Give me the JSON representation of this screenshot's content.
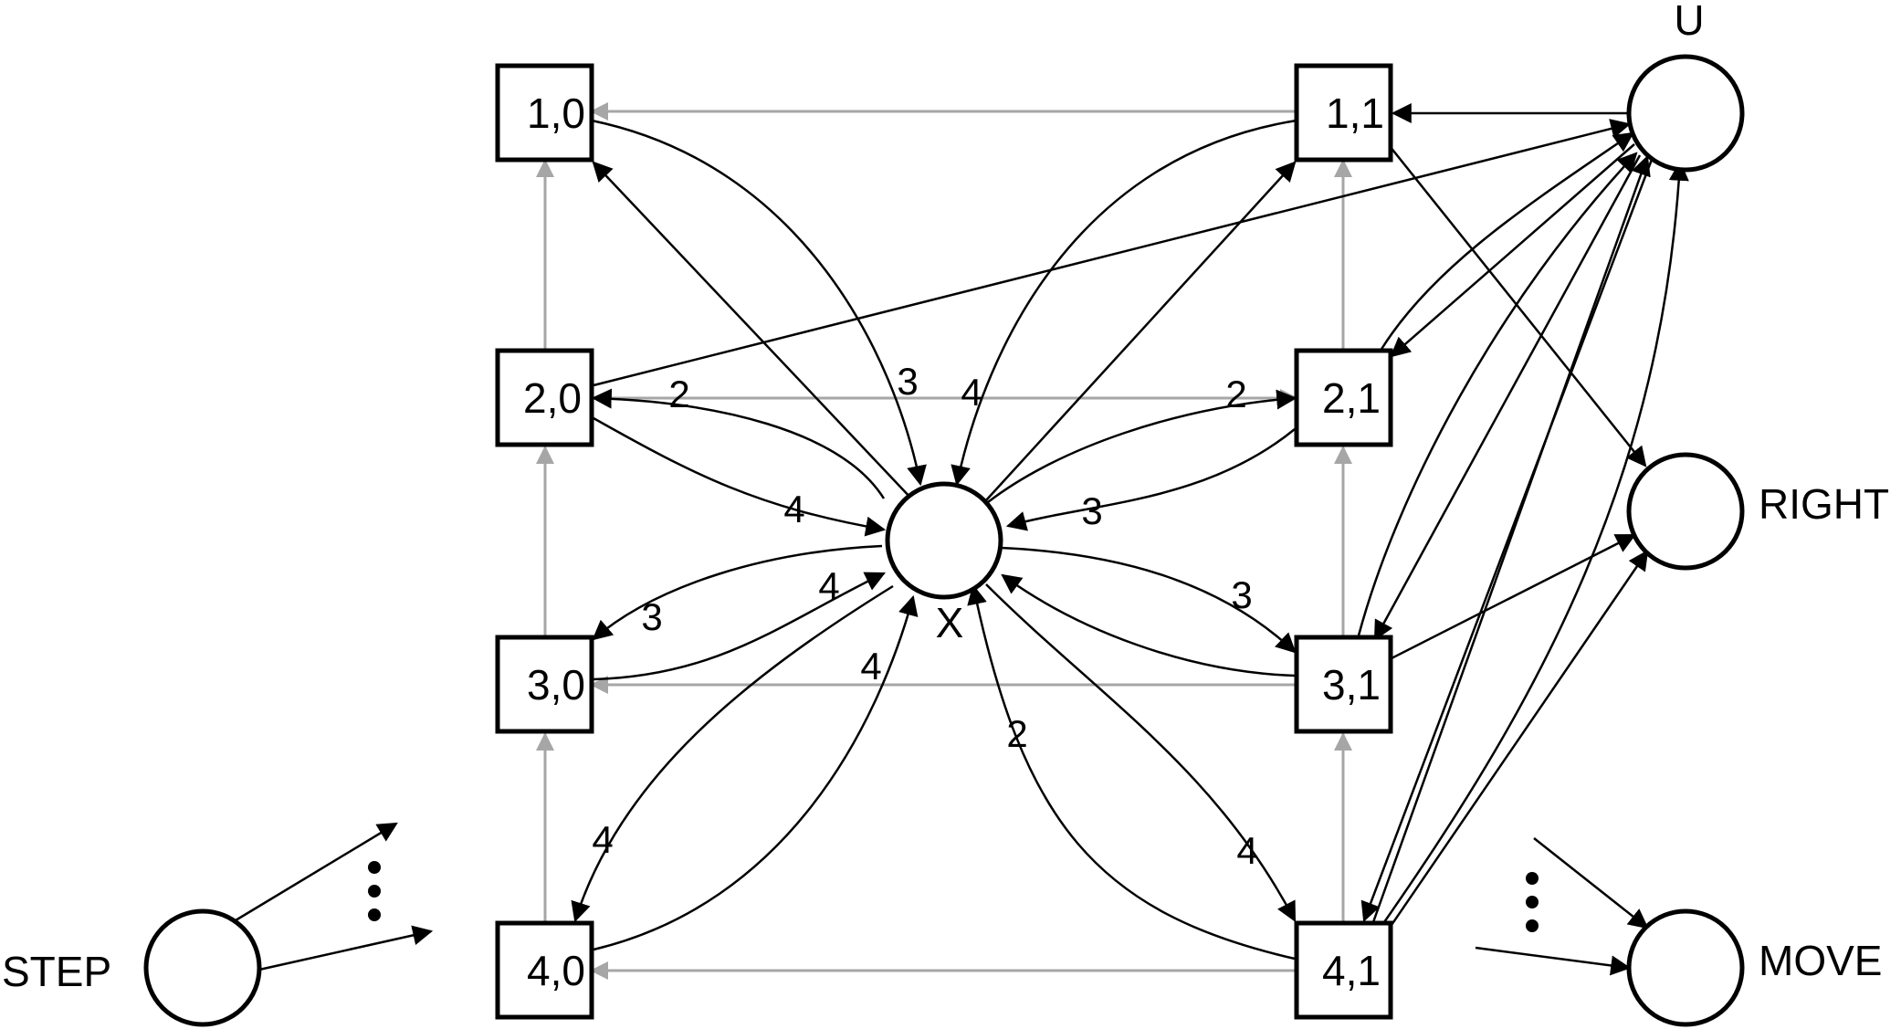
{
  "places": [
    {
      "id": "1,0",
      "label": "1,0"
    },
    {
      "id": "2,0",
      "label": "2,0"
    },
    {
      "id": "3,0",
      "label": "3,0"
    },
    {
      "id": "4,0",
      "label": "4,0"
    },
    {
      "id": "1,1",
      "label": "1,1"
    },
    {
      "id": "2,1",
      "label": "2,1"
    },
    {
      "id": "3,1",
      "label": "3,1"
    },
    {
      "id": "4,1",
      "label": "4,1"
    }
  ],
  "transitions": [
    {
      "id": "x",
      "label": "X"
    },
    {
      "id": "u",
      "label": "U"
    },
    {
      "id": "right",
      "label": "RIGHT"
    },
    {
      "id": "move",
      "label": "MOVE"
    },
    {
      "id": "step",
      "label": "STEP"
    }
  ],
  "weights": [
    "3",
    "4",
    "2",
    "4",
    "4",
    "3",
    "4",
    "2",
    "3",
    "3",
    "2",
    "4"
  ],
  "colors": {
    "edge": "#000000",
    "grid_edge": "#a6a6a6",
    "node_stroke": "#000000",
    "background": "#ffffff"
  }
}
